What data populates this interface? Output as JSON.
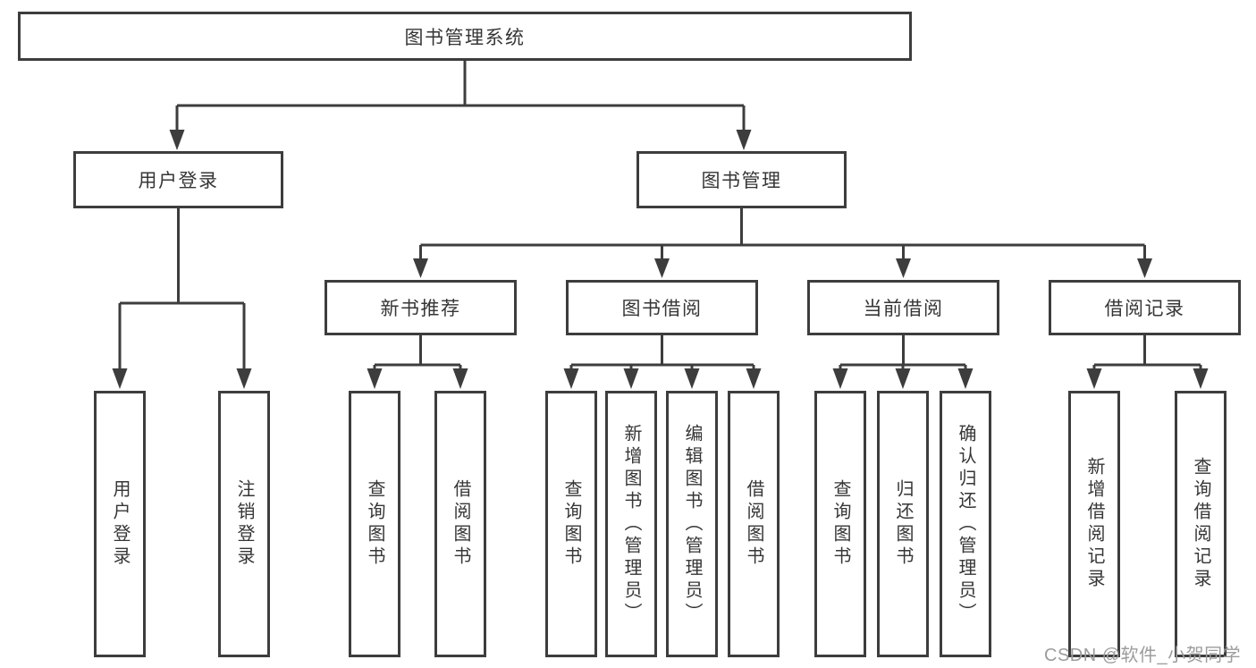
{
  "diagram": {
    "root": {
      "label": "图书管理系统"
    },
    "level2": [
      {
        "label": "用户登录"
      },
      {
        "label": "图书管理"
      }
    ],
    "level3": [
      {
        "label": "新书推荐",
        "parent": "图书管理"
      },
      {
        "label": "图书借阅",
        "parent": "图书管理"
      },
      {
        "label": "当前借阅",
        "parent": "图书管理"
      },
      {
        "label": "借阅记录",
        "parent": "图书管理"
      }
    ],
    "leaves": [
      {
        "label": "用户登录",
        "parent": "用户登录"
      },
      {
        "label": "注销登录",
        "parent": "用户登录"
      },
      {
        "label": "查询图书",
        "parent": "新书推荐"
      },
      {
        "label": "借阅图书",
        "parent": "新书推荐"
      },
      {
        "label": "查询图书",
        "parent": "图书借阅"
      },
      {
        "label": "新增图书（管理员）",
        "parent": "图书借阅"
      },
      {
        "label": "编辑图书（管理员）",
        "parent": "图书借阅"
      },
      {
        "label": "借阅图书",
        "parent": "图书借阅"
      },
      {
        "label": "查询图书",
        "parent": "当前借阅"
      },
      {
        "label": "归还图书",
        "parent": "当前借阅"
      },
      {
        "label": "确认归还（管理员）",
        "parent": "当前借阅"
      },
      {
        "label": "新增借阅记录",
        "parent": "借阅记录"
      },
      {
        "label": "查询借阅记录",
        "parent": "借阅记录"
      }
    ]
  },
  "watermark": {
    "text": "CSDN @软件_小贺同学",
    "color": "#9c9c9c"
  },
  "colors": {
    "line": "#3d3d3d",
    "text": "#363636",
    "node_fill": "#ffffff",
    "background": "#ffffff"
  }
}
